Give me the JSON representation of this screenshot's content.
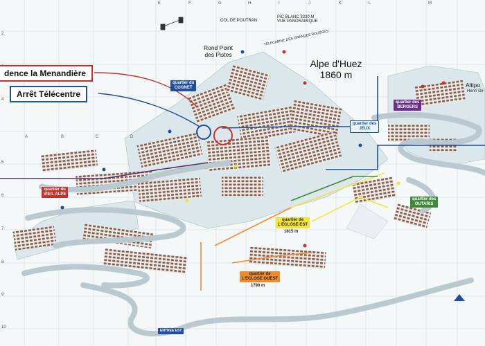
{
  "callouts": {
    "residence": "dence la Menandière",
    "arret": "Arrêt Télécentre"
  },
  "map_title": {
    "name": "Alpe d'Huez",
    "altitude": "1860 m"
  },
  "rond_point": "Rond Point\ndes Pistes",
  "altiport": "Altipo",
  "altiport_sub": "Henri Gir",
  "quarters": {
    "cognet": "quartier du\nCOGNET",
    "jeux": "quartier des\nJEUX",
    "bergers": "quartier des\nBERGERS",
    "vieil_alpe": "quartier du\nVIEIL ALPE",
    "outaris": "quartier des\nOUTARIS",
    "eclose_est": "quartier de\nL'ECLOSE EST",
    "eclose_est_alt": "1815 m",
    "eclose_ouest": "quartier de\nL'ECLOSE OUEST",
    "eclose_ouest_alt": "1790 m"
  },
  "top_notes": {
    "col": "COL DE POUTRAN",
    "pic": "PIC BLANC 3330 M\nVUE PANORAMIQUE",
    "telecabine": "TELECABINE DES GRANDES ROUSSES"
  },
  "bottom": {
    "entree": "ENTREE EST"
  },
  "grid": {
    "letters_top": [
      "E",
      "F",
      "G",
      "H",
      "I",
      "J",
      "K",
      "L",
      "M"
    ],
    "letters_left": [
      "A",
      "B",
      "C",
      "D"
    ],
    "numbers": [
      "2",
      "3",
      "4",
      "5",
      "6",
      "7",
      "8",
      "9",
      "10"
    ]
  },
  "colors": {
    "residence": "#c8302b",
    "arret": "#1f4e9c",
    "eclose_est": "#f3e43a",
    "eclose_ouest": "#f08b2d",
    "outaris_line": "#3f8a3a",
    "bergers_line": "#6b2f8c",
    "jeux_line": "#1f4e9c"
  }
}
